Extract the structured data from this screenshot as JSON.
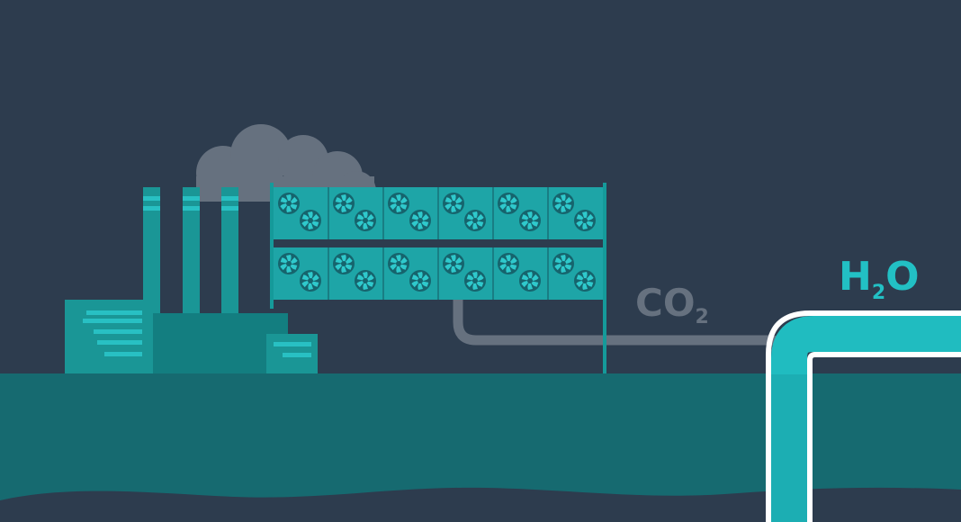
{
  "labels": {
    "co2": {
      "main": "CO",
      "sub": "2"
    },
    "h2o": {
      "h": "H",
      "sub": "2",
      "o": "O"
    }
  },
  "colors": {
    "sky": "#2d3c4e",
    "smoke": "#66717f",
    "factory": "#1a9696",
    "factory_dark": "#137e80",
    "factory_light": "#28c0c3",
    "panel": "#1ea5a7",
    "fan_dark": "#16646d",
    "fan_light": "#2fc9cc",
    "pole": "#159a9a",
    "co2_pipe": "#66717f",
    "water_surface": "#166a70",
    "water_deep": "#15595f",
    "seabed": "#2d3c4e",
    "h2o_pipe": "#20bcc0",
    "pipe_outline": "#ffffff",
    "co2_text": "#66717f",
    "h2o_text": "#22c0c4"
  },
  "icons": [
    "factory-icon",
    "smoke-cloud-icon",
    "fan-icon",
    "pipe-icon"
  ]
}
